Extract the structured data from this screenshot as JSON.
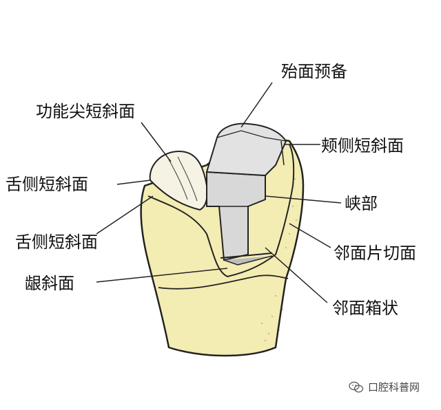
{
  "labels": {
    "occlusal_prep": "殆面预备",
    "functional_cusp_bevel": "功能尖短斜面",
    "buccal_bevel": "颊侧短斜面",
    "lingual_bevel_upper": "舌侧短斜面",
    "isthmus": "峡部",
    "lingual_bevel_lower": "舌侧短斜面",
    "proximal_slice": "邻面片切面",
    "gingival_bevel": "龈斜面",
    "proximal_box": "邻面箱状"
  },
  "watermark": {
    "text": "口腔科普网",
    "icon": "wechat-icon"
  },
  "colors": {
    "tooth": "#f3ecb3",
    "prep": "#d8d8d8",
    "outline": "#222222",
    "ink": "#111111"
  }
}
